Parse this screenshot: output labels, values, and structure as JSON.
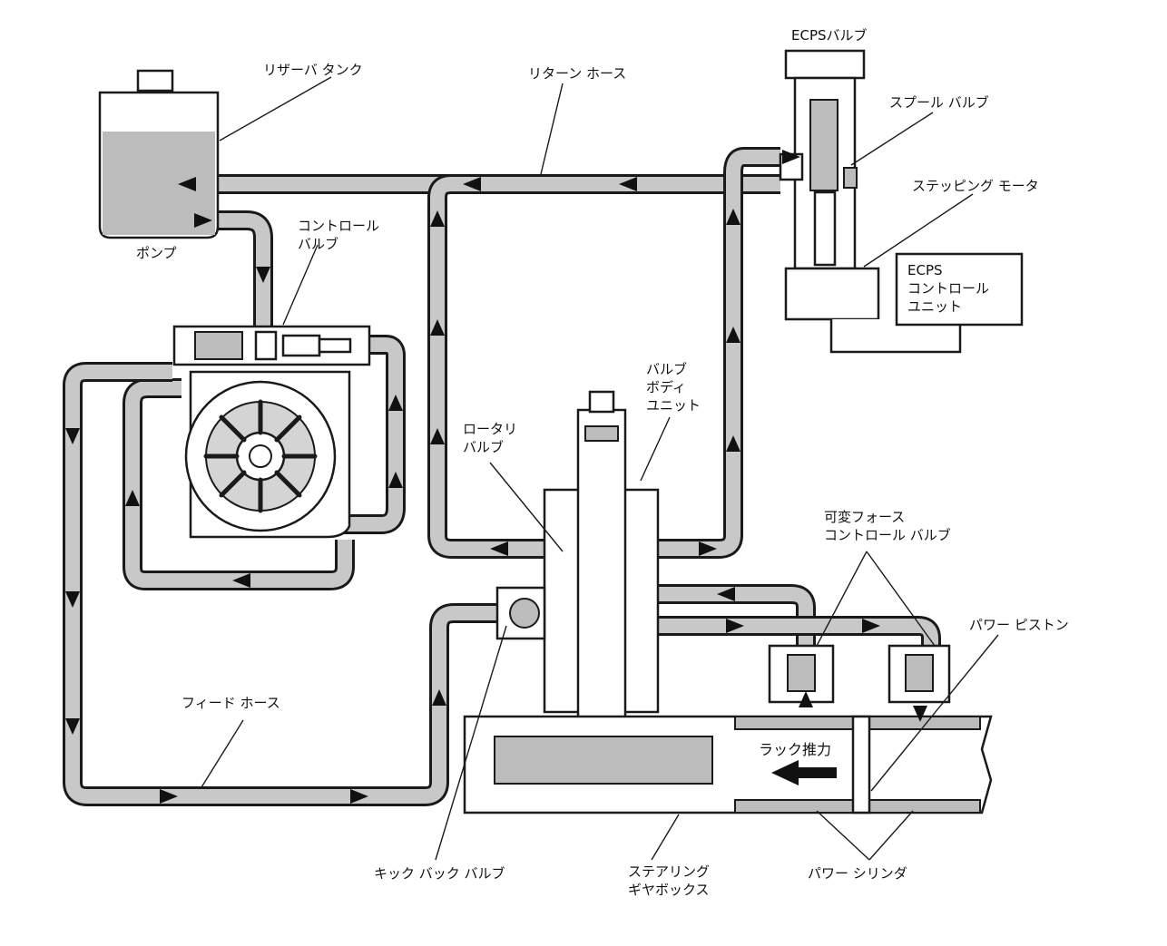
{
  "labels": {
    "reservoir_tank": "リザーバ タンク",
    "return_hose": "リターン ホース",
    "ecps_valve": "ECPSバルブ",
    "spool_valve": "スプール バルブ",
    "stepping_motor": "ステッピング モータ",
    "ecps_control_unit": [
      "ECPS",
      "コントロール",
      "ユニット"
    ],
    "pump": "ポンプ",
    "control_valve": [
      "コントロール",
      "バルブ"
    ],
    "valve_body_unit": [
      "バルブ",
      "ボディ",
      "ユニット"
    ],
    "rotary_valve": [
      "ロータリ",
      "バルブ"
    ],
    "variable_force_control_valve": [
      "可変フォース",
      "コントロール バルブ"
    ],
    "power_piston": "パワー ピストン",
    "feed_hose": "フィード ホース",
    "rack_thrust": "ラック推力",
    "kickback_valve": "キック バック バルブ",
    "steering_gearbox": [
      "ステアリング",
      "ギヤボックス"
    ],
    "power_cylinder": "パワー シリンダ"
  }
}
